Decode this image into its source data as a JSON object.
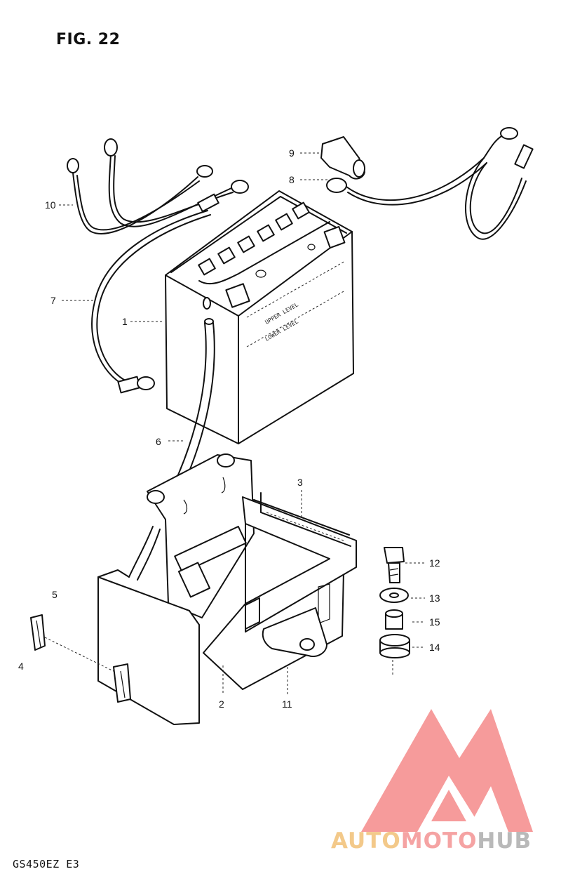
{
  "figure": {
    "title": "FIG. 22",
    "model_code": "GS450EZ  E3"
  },
  "battery_labels": {
    "upper": "UPPER LEVEL",
    "lower": "LOWER LEVEL"
  },
  "callouts": [
    {
      "id": "1",
      "label": "1"
    },
    {
      "id": "2",
      "label": "2"
    },
    {
      "id": "3",
      "label": "3"
    },
    {
      "id": "4",
      "label": "4"
    },
    {
      "id": "5",
      "label": "5"
    },
    {
      "id": "6",
      "label": "6"
    },
    {
      "id": "7",
      "label": "7"
    },
    {
      "id": "8",
      "label": "8"
    },
    {
      "id": "9",
      "label": "9"
    },
    {
      "id": "10",
      "label": "10"
    },
    {
      "id": "11",
      "label": "11"
    },
    {
      "id": "12",
      "label": "12"
    },
    {
      "id": "13",
      "label": "13"
    },
    {
      "id": "14",
      "label": "14"
    },
    {
      "id": "15",
      "label": "15"
    }
  ],
  "watermark": {
    "part1": "AUTO",
    "part2": "MOTO",
    "part3": "HUB",
    "colors": {
      "auto": "#f3c98a",
      "moto": "#f5a3a3",
      "hub": "#b9b9b9",
      "logo": "#f47a7a"
    }
  }
}
